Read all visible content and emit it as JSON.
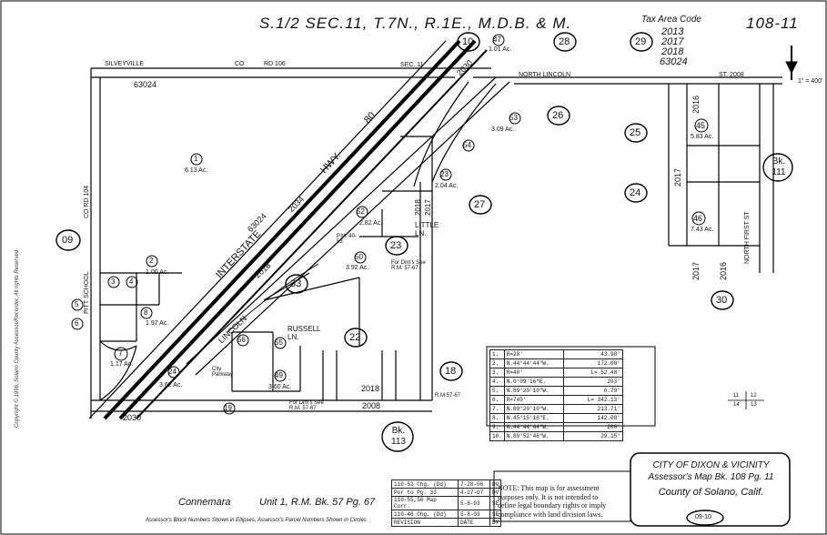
{
  "header": {
    "title": "S.1/2 SEC.11, T.7N., R.1E., M.D.B. & M.",
    "book_page": "108-11",
    "tax_area_label": "Tax Area Code",
    "tax_area_codes": [
      "2013",
      "2017",
      "2018",
      "63024"
    ],
    "north_arrow_scale": "1\" = 400'"
  },
  "roads": {
    "silveyville": "SILVEYVILLE",
    "co_rd": "CO",
    "rd_106": "RD 106",
    "sec_li": "SEC. 11",
    "road_north_lincoln": "NORTH LINCOLN",
    "st_2008": "ST. 2008",
    "interstate": "INTERSTATE",
    "hwy": "HWY.",
    "no_80": "80",
    "pitt_school": "PITT SCHOOL",
    "co_rd_104": "CO RD 104",
    "lincoln": "LINCOLN",
    "north_first_st": "NORTH FIRST ST",
    "russell_ln": "RUSSELL LN.",
    "little_ln": "LITTLE LN.",
    "city_parkway": "City Parkway"
  },
  "tax_codes_on_map": [
    "63024",
    "63024",
    "2034",
    "2018",
    "2017",
    "2018",
    "2017",
    "2016",
    "2017",
    "2016",
    "2030",
    "2030",
    "2018",
    "2008"
  ],
  "blocks": [
    "09",
    "10",
    "23",
    "24",
    "25",
    "26",
    "27",
    "28",
    "29",
    "30",
    "33",
    "22",
    "18",
    "Bk. 111",
    "Bk. 113"
  ],
  "parcels": [
    {
      "num": "1",
      "area": "6.13 Ac."
    },
    {
      "num": "2",
      "area": "1.00 Ac."
    },
    {
      "num": "7",
      "area": "1.17 Ac."
    },
    {
      "num": "8",
      "area": "1.97 Ac."
    },
    {
      "num": "24",
      "area": "3.62 Ac."
    },
    {
      "num": "47",
      "area": "1.01 Ac."
    },
    {
      "num": "45",
      "area": "5.83 Ac."
    },
    {
      "num": "46",
      "area": "7.43 Ac."
    },
    {
      "num": "53",
      "area": "3.09 Ac."
    },
    {
      "num": "23",
      "area": "2.04 Ac."
    },
    {
      "num": "52",
      "area": "2.82 Ac."
    },
    {
      "num": "50",
      "area": "3.92 Ac."
    },
    {
      "num": "55",
      "area": ""
    },
    {
      "num": "56",
      "area": ""
    },
    {
      "num": "49",
      "area": "3.60 Ac."
    },
    {
      "num": "19",
      "area": ""
    },
    {
      "num": "54",
      "area": ""
    },
    {
      "num": "3",
      "area": ""
    },
    {
      "num": "4",
      "area": ""
    },
    {
      "num": "5",
      "area": ""
    },
    {
      "num": "6",
      "area": ""
    }
  ],
  "curve_table": [
    [
      "1.",
      "R=28'",
      "43.98'"
    ],
    [
      "2.",
      "N.44°44'44\"W.",
      "172.00'"
    ],
    [
      "3.",
      "R=40'",
      "L= 52.48'"
    ],
    [
      "4.",
      "N.0°09'16\"E.",
      "203'"
    ],
    [
      "5.",
      "N.89°20'10\"W.",
      "6.79'"
    ],
    [
      "6.",
      "R=745'",
      "L= 342.13'"
    ],
    [
      "7.",
      "N.89°20'10\"W.",
      "213.71'"
    ],
    [
      "8.",
      "N.45°15'16\"E.",
      "142.00'"
    ],
    [
      "9.",
      "N.44°44'44\"W.",
      "200'"
    ],
    [
      "10.",
      "N.89°52'46\"W.",
      "29.15'"
    ]
  ],
  "revisions": [
    [
      "110-52 Chg. (Dd)",
      "7-28-06",
      "DV"
    ],
    [
      "Por to Pg. 33",
      "4-27-07",
      "DV"
    ],
    [
      "110-55,56 Map Corr.",
      "5-8-03",
      "SE"
    ],
    [
      "110-46 Chg. (Dd)",
      "5-8-03",
      "SE"
    ],
    [
      "REVISION",
      "DATE",
      "BY"
    ]
  ],
  "note": {
    "lines": [
      "NOTE: This map is for assessment",
      "purposes only. It is not intended to",
      "define legal boundary rights or imply",
      "compliance with land division laws."
    ]
  },
  "title_block": {
    "city": "CITY OF DIXON & VICINITY",
    "map": "Assessor's Map Bk. 108 Pg. 11",
    "county": "County of Solano, Calif.",
    "date_code": "09-10"
  },
  "subdivision": {
    "name": "Connemara",
    "unit": "Unit 1, R.M. Bk. 57 Pg. 67"
  },
  "footnote": "Assessor's Block Numbers Shown in Ellipses, Assessor's Parcel Numbers Shown in Circles",
  "copyright": "Copyright © 1996, Solano County Assessor/Recorder, All rights Reserved",
  "index_grid": [
    "11",
    "12",
    "14",
    "13"
  ],
  "misc": {
    "for_dims_1": "For Dim's See R.M. 57-67",
    "for_dims_2": "For Dim's See R.M. 57-67",
    "rm_57_67": "R.M.57-67",
    "p_m": "P.M. 40-53"
  }
}
